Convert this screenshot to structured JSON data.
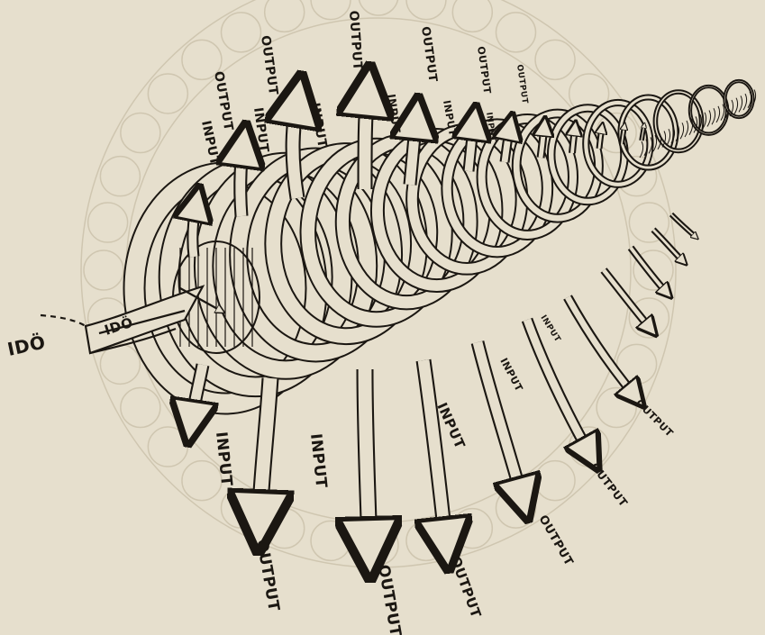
{
  "colors": {
    "paper": "#e6dfcd",
    "ink": "#1b1712",
    "faint": "#cfc6b0"
  },
  "labels": {
    "ido_outer": "IDÖ",
    "ido_inner": "IDÖ",
    "input": "INPUT",
    "output": "OUTPUT"
  }
}
